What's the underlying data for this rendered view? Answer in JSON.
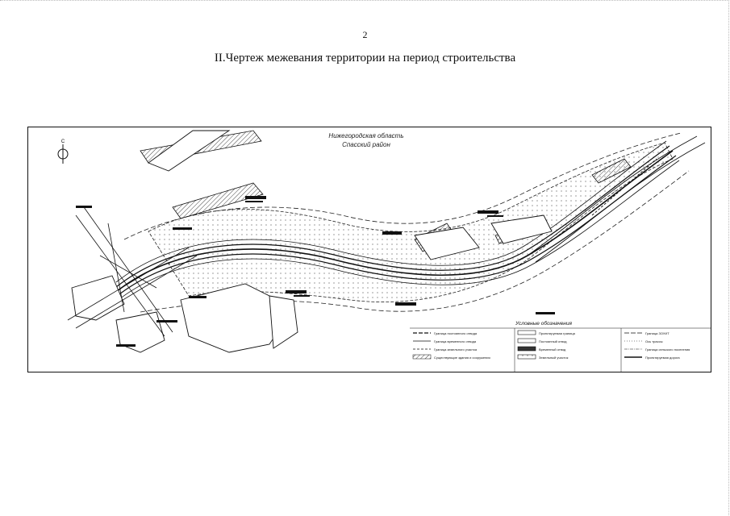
{
  "page": {
    "number": "2",
    "title": "II.Чертеж межевания территории на период строительства"
  },
  "drawing": {
    "region_label": "Нижегородская область",
    "district_label": "Спасский район",
    "north_symbol": "C",
    "legend_title": "Условные обозначения",
    "legend_items": [
      "Граница постоянного отвода",
      "Граница временного отвода",
      "Граница земельного участка",
      "Существующие здания и сооружения",
      "Проектируемая граница",
      "Постоянный отвод",
      "Временный отвод",
      "Земельный участок",
      "Граница ЗОУИТ",
      "Ось трассы",
      "Граница сельского поселения",
      "Проектируемая дорога"
    ]
  },
  "colors": {
    "ink": "#1a1a1a",
    "paper": "#ffffff",
    "hatch": "#444444"
  }
}
